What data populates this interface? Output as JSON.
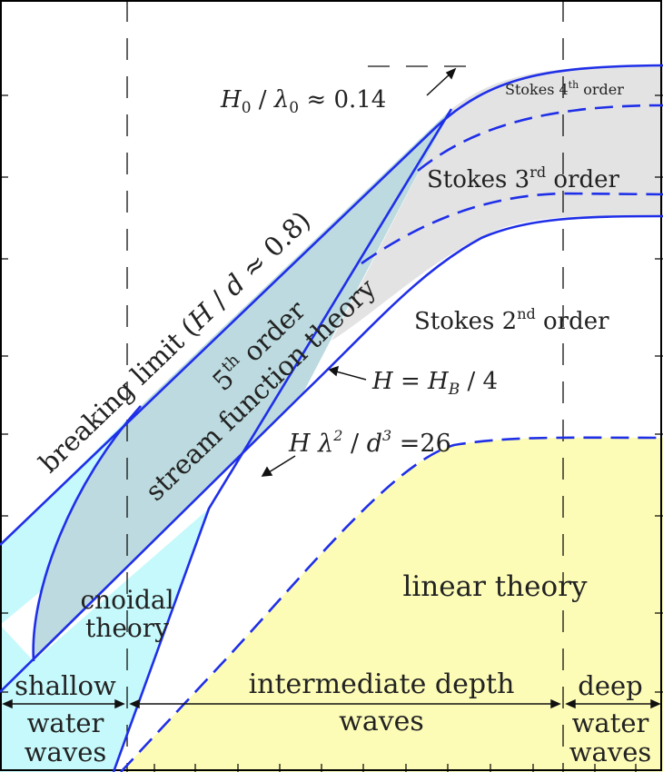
{
  "colors": {
    "cnoidal_fill": "#c6f9fb",
    "stream_fill": "#bcdadf",
    "stokes_fill": "#e3e3e3",
    "linear_fill": "#fdfcb7",
    "curve": "#1f2fe8",
    "text": "#222222",
    "frame": "#000000"
  },
  "labels": {
    "ratio_h0": "H",
    "ratio_h0_sub": "0",
    "ratio_slash": " / ",
    "ratio_l0": "λ",
    "ratio_l0_sub": "0",
    "ratio_approx": " ≈ 0.14",
    "stokes4_word": "Stokes 4",
    "stokes4_sup": "th",
    "stokes4_order": " order",
    "stokes3_word": "Stokes 3",
    "stokes3_sup": "rd",
    "stokes3_order": " order",
    "stokes2_word": "Stokes 2",
    "stokes2_sup": "nd",
    "stokes2_order": " order",
    "breaking_prefix": "breaking limit (",
    "breaking_H": "H",
    "breaking_slash": " / ",
    "breaking_d": "d",
    "breaking_suffix": " ≈ 0.8)",
    "fifth_num": "5",
    "fifth_sup": "th",
    "fifth_order": " order",
    "stream_function": "stream function theory",
    "hb_H": "H",
    "hb_eq": " = ",
    "hb_HB": "H",
    "hb_B": "B",
    "hb_div": " / 4",
    "urs_H": "H",
    "urs_lambda": " λ",
    "urs_two": "2",
    "urs_slash": " / ",
    "urs_d": "d",
    "urs_three": "3",
    "urs_eq": " =26",
    "cnoidal_1": "cnoidal",
    "cnoidal_2": "theory",
    "linear": "linear theory",
    "shallow_1": "shallow",
    "shallow_2": "water",
    "shallow_3": "waves",
    "intermediate_1": "intermediate depth",
    "intermediate_2": "waves",
    "deep_1": "deep",
    "deep_2": "water",
    "deep_3": "waves"
  }
}
